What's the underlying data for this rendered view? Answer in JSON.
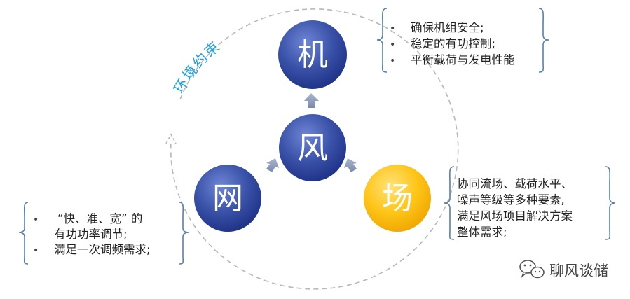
{
  "colors": {
    "node_blue_light": "#5b72c6",
    "node_blue_dark": "#1f3388",
    "node_gold_light": "#ffd84a",
    "node_gold_dark": "#f2ac00",
    "arrow_gray": "#8d9bb6",
    "dashed_ring": "#b8b8b8",
    "arc_text": "#1ea0e0",
    "brace": "#5a7fa8"
  },
  "nodes": {
    "machine": "机",
    "wind": "风",
    "grid": "网",
    "field": "场"
  },
  "ring_label": "环境约束",
  "machine_points": [
    "确保机组安全;",
    "稳定的有功控制;",
    "平衡载荷与发电性能"
  ],
  "grid_points": {
    "first_line1": "“快、准、宽” 的",
    "first_line2": "有功功率调节;",
    "second": "满足一次调频需求;"
  },
  "field_text": [
    "协同流场、载荷水平、",
    "噪声等级等多种要素,",
    "满足风场项目解决方案",
    "整体需求;"
  ],
  "watermark": {
    "icon": "wechat-icon",
    "text": "聊风谈储"
  }
}
